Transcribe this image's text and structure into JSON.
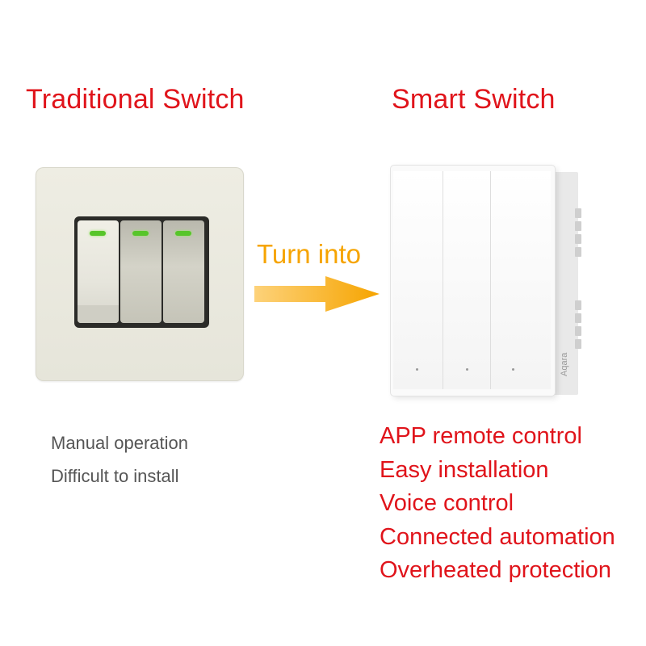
{
  "traditional": {
    "title": "Traditional Switch",
    "features": [
      "Manual operation",
      "Difficult to install"
    ]
  },
  "smart": {
    "title": "Smart Switch",
    "features": [
      "APP remote control",
      "Easy installation",
      "Voice control",
      "Connected automation",
      "Overheated protection"
    ],
    "brand_mark": "Aqara"
  },
  "arrow_label": "Turn into",
  "colors": {
    "accent_red": "#e0141b",
    "arrow_orange": "#f6a400",
    "muted_text": "#555555",
    "led_green": "#57c52a"
  },
  "icons": [
    "light-switch-icon",
    "smart-switch-icon",
    "arrow-right-icon"
  ]
}
